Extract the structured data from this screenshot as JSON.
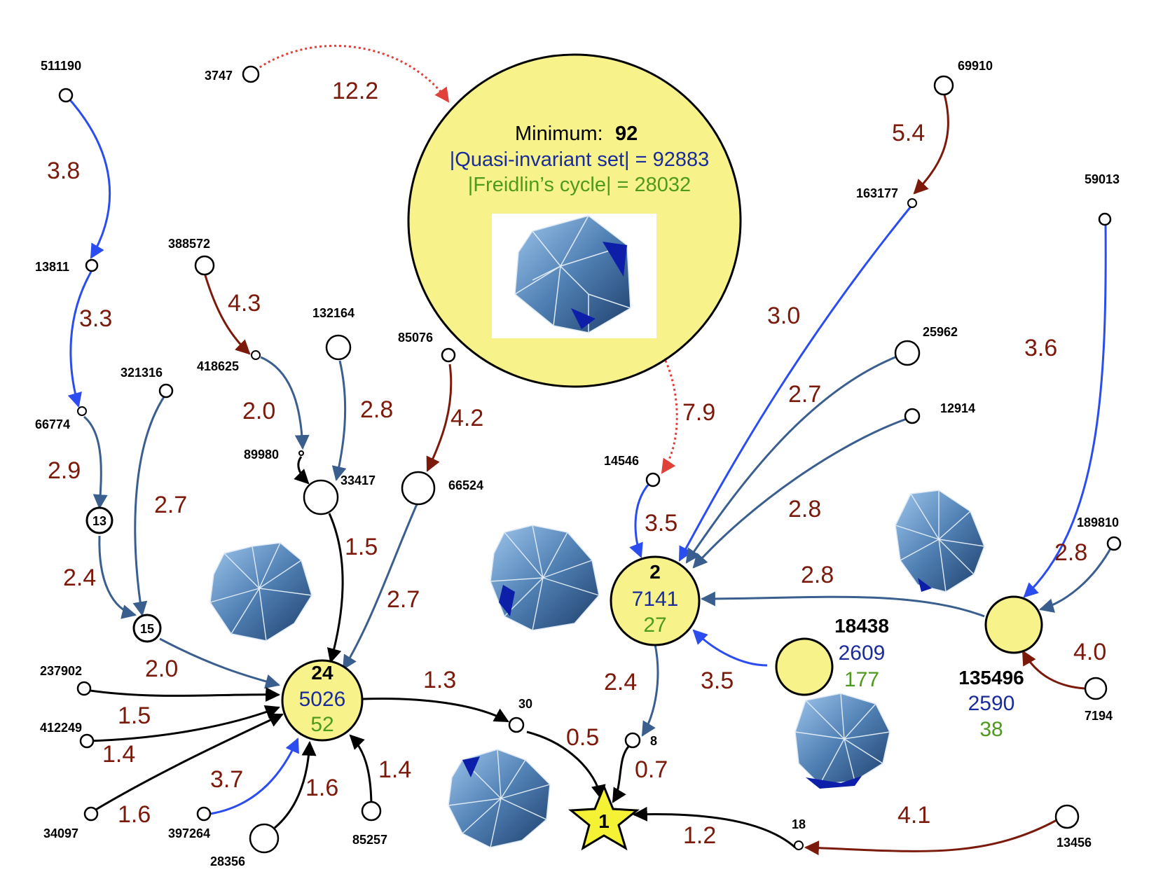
{
  "colors": {
    "edge_blue": "#2b4df0",
    "edge_slate": "#3a5f8f",
    "edge_red": "#7b1a0b",
    "weight_text": "#7b1a0b",
    "highlight_fill": "#f7f38a",
    "quasi_text": "#1a2b9c",
    "freidlin_text": "#4e9a1e",
    "dotted_edge": "#e0403a"
  },
  "minimum_panel": {
    "label": "Minimum:",
    "value": "92",
    "quasi_invariant": "|Quasi-invariant set| = 92883",
    "freidlin_cycle": "|Freidlin’s cycle| = 28032"
  },
  "nodes": {
    "n511190": "511190",
    "n3747": "3747",
    "n69910": "69910",
    "n59013": "59013",
    "n163177": "163177",
    "n13811": "13811",
    "n388572": "388572",
    "n132164": "132164",
    "n85076": "85076",
    "n418625": "418625",
    "n321316": "321316",
    "n66774": "66774",
    "n89980": "89980",
    "n33417": "33417",
    "n66524": "66524",
    "n25962": "25962",
    "n12914": "12914",
    "n14546": "14546",
    "n189810": "189810",
    "n13": "13",
    "n15": "15",
    "n237902": "237902",
    "n412249": "412249",
    "n34097": "34097",
    "n397264": "397264",
    "n28356": "28356",
    "n85257": "85257",
    "n30": "30",
    "n8": "8",
    "n18": "18",
    "n13456": "13456",
    "n7194": "7194",
    "star": "1"
  },
  "highlight_nodes": {
    "h24": {
      "id": "24",
      "quasi": "5026",
      "freidlin": "52"
    },
    "h2": {
      "id": "2",
      "quasi": "7141",
      "freidlin": "27"
    },
    "h18438": {
      "id": "18438",
      "quasi": "2609",
      "freidlin": "177"
    },
    "h135496": {
      "id": "135496",
      "quasi": "2590",
      "freidlin": "38"
    }
  },
  "weights": {
    "w511190_13811": "3.8",
    "w3747_min": "12.2",
    "w69910_163177": "5.4",
    "w13811_66774": "3.3",
    "w388572_418625": "4.3",
    "w163177_2": "3.0",
    "w59013_135496": "3.6",
    "w418625_89980": "2.0",
    "w132164_33417": "2.8",
    "w85076_66524": "4.2",
    "w min_14546": "7.9",
    "w25962_2": "2.7",
    "w66774_13": "2.9",
    "w321316_15": "2.7",
    "w12914_2": "2.8",
    "w33417_24": "1.5",
    "w14546_2": "3.5",
    "w189810_135496": "2.8",
    "w13_15": "2.4",
    "w66524_24": "2.7",
    "w135496_2": "2.8",
    "w15_24": "2.0",
    "w7194_135496": "4.0",
    "w24_30": "1.3",
    "w2_8": "2.4",
    "w18438_2": "3.5",
    "w237902_24": "1.5",
    "w412249_24": "1.4",
    "w30_1": "0.5",
    "w8_1": "0.7",
    "w397264_24": "3.7",
    "w85257_24": "1.4",
    "w28356_24": "1.6",
    "w34097_24": "1.6",
    "w13456_18": "4.1",
    "w18_1": "1.2"
  }
}
